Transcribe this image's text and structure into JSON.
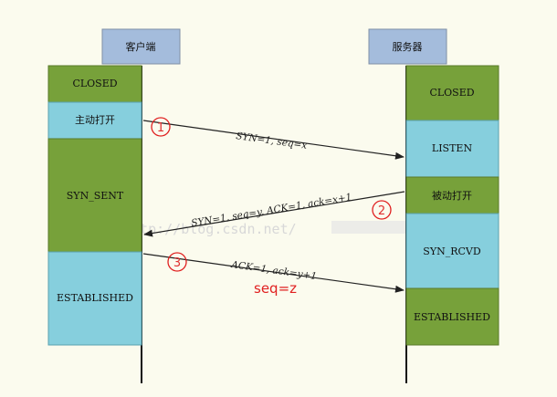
{
  "client": {
    "title": "客户端",
    "states": [
      "CLOSED",
      "主动打开",
      "SYN_SENT",
      "ESTABLISHED"
    ]
  },
  "server": {
    "title": "服务器",
    "states": [
      "CLOSED",
      "LISTEN",
      "被动打开",
      "SYN_RCVD",
      "ESTABLISHED"
    ]
  },
  "messages": [
    {
      "step": "1",
      "label": "SYN=1, seq=x"
    },
    {
      "step": "2",
      "label": "SYN=1, seq=y, ACK=1, ack=x+1"
    },
    {
      "step": "3",
      "label": "ACK=1, ack=y+1"
    }
  ],
  "note": "seq=z",
  "watermark": "http://blog.csdn.net/",
  "colors": {
    "green": "#77a13a",
    "cyan": "#86cfdd",
    "header": "#a4bcdc",
    "arrow": "#222222",
    "annotation": "#e02020",
    "background": "#fbfbee"
  }
}
